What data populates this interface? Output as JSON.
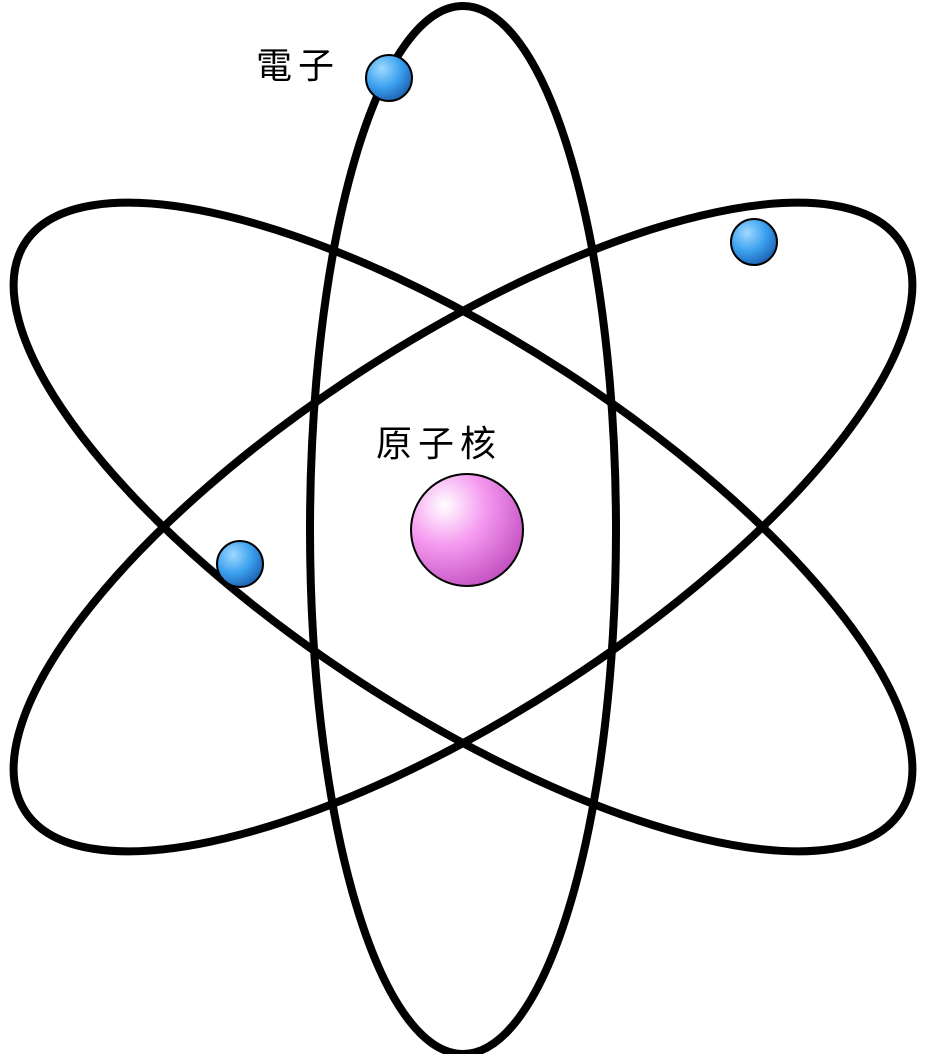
{
  "diagram": {
    "labels": {
      "electron": "電子",
      "nucleus": "原子核"
    },
    "colors": {
      "background": "#ffffff",
      "orbit_stroke": "#000000",
      "electron_light": "#9fd9ff",
      "electron_mid": "#3aa0ee",
      "electron_dark": "#1e5fb0",
      "nucleus_light": "#ffffff",
      "nucleus_mid": "#f59af0",
      "nucleus_dark": "#c24fc0"
    },
    "components": {
      "orbits": 3,
      "electrons": 3,
      "nucleus": 1
    }
  }
}
